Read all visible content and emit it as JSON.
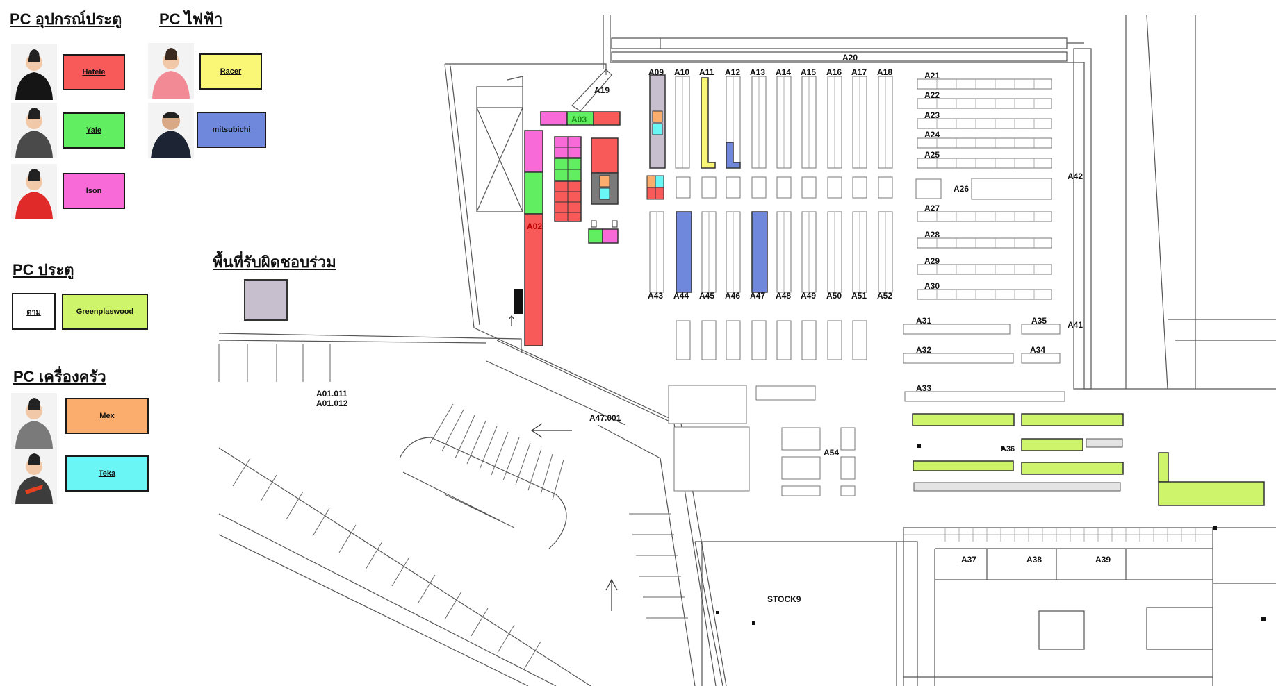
{
  "legend": {
    "door_group": {
      "title": "PC อุปกรณ์ประตู",
      "brands": [
        {
          "label": "Hafele",
          "color": "#f85a5a"
        },
        {
          "label": "Yale",
          "color": "#61ef61"
        },
        {
          "label": "Ison",
          "color": "#f76ad8"
        }
      ]
    },
    "electric_group": {
      "title": "PC ไฟฟ้า",
      "brands": [
        {
          "label": "Racer",
          "color": "#faf777"
        },
        {
          "label": "mitsubichi",
          "color": "#6f88dc"
        }
      ]
    },
    "door2_group": {
      "title": "PC ประตู",
      "brands": [
        {
          "label": "ตาม",
          "color": "#ffffff"
        },
        {
          "label": "Greenplaswood",
          "color": "#cdf46a"
        }
      ]
    },
    "kitchen_group": {
      "title": "PC เครื่องครัว",
      "brands": [
        {
          "label": "Mex",
          "color": "#fbad6e"
        },
        {
          "label": "Teka",
          "color": "#6bf6f6"
        }
      ]
    },
    "shared_area": {
      "title": "พื้นที่รับผิดชอบร่วม",
      "color": "#c7bfce"
    }
  },
  "map": {
    "zone_labels": [
      "A01.011",
      "A01.012",
      "A02",
      "A03",
      "A09",
      "A10",
      "A11",
      "A12",
      "A13",
      "A14",
      "A15",
      "A16",
      "A17",
      "A18",
      "A19",
      "A20",
      "A21",
      "A22",
      "A23",
      "A24",
      "A25",
      "A26",
      "A27",
      "A28",
      "A29",
      "A30",
      "A31",
      "A32",
      "A33",
      "A34",
      "A35",
      "A36",
      "A37",
      "A38",
      "A39",
      "A41",
      "A42",
      "A43",
      "A44",
      "A45",
      "A46",
      "A47",
      "A48",
      "A49",
      "A50",
      "A51",
      "A52",
      "A54",
      "A47.001",
      "STOCK9"
    ]
  }
}
